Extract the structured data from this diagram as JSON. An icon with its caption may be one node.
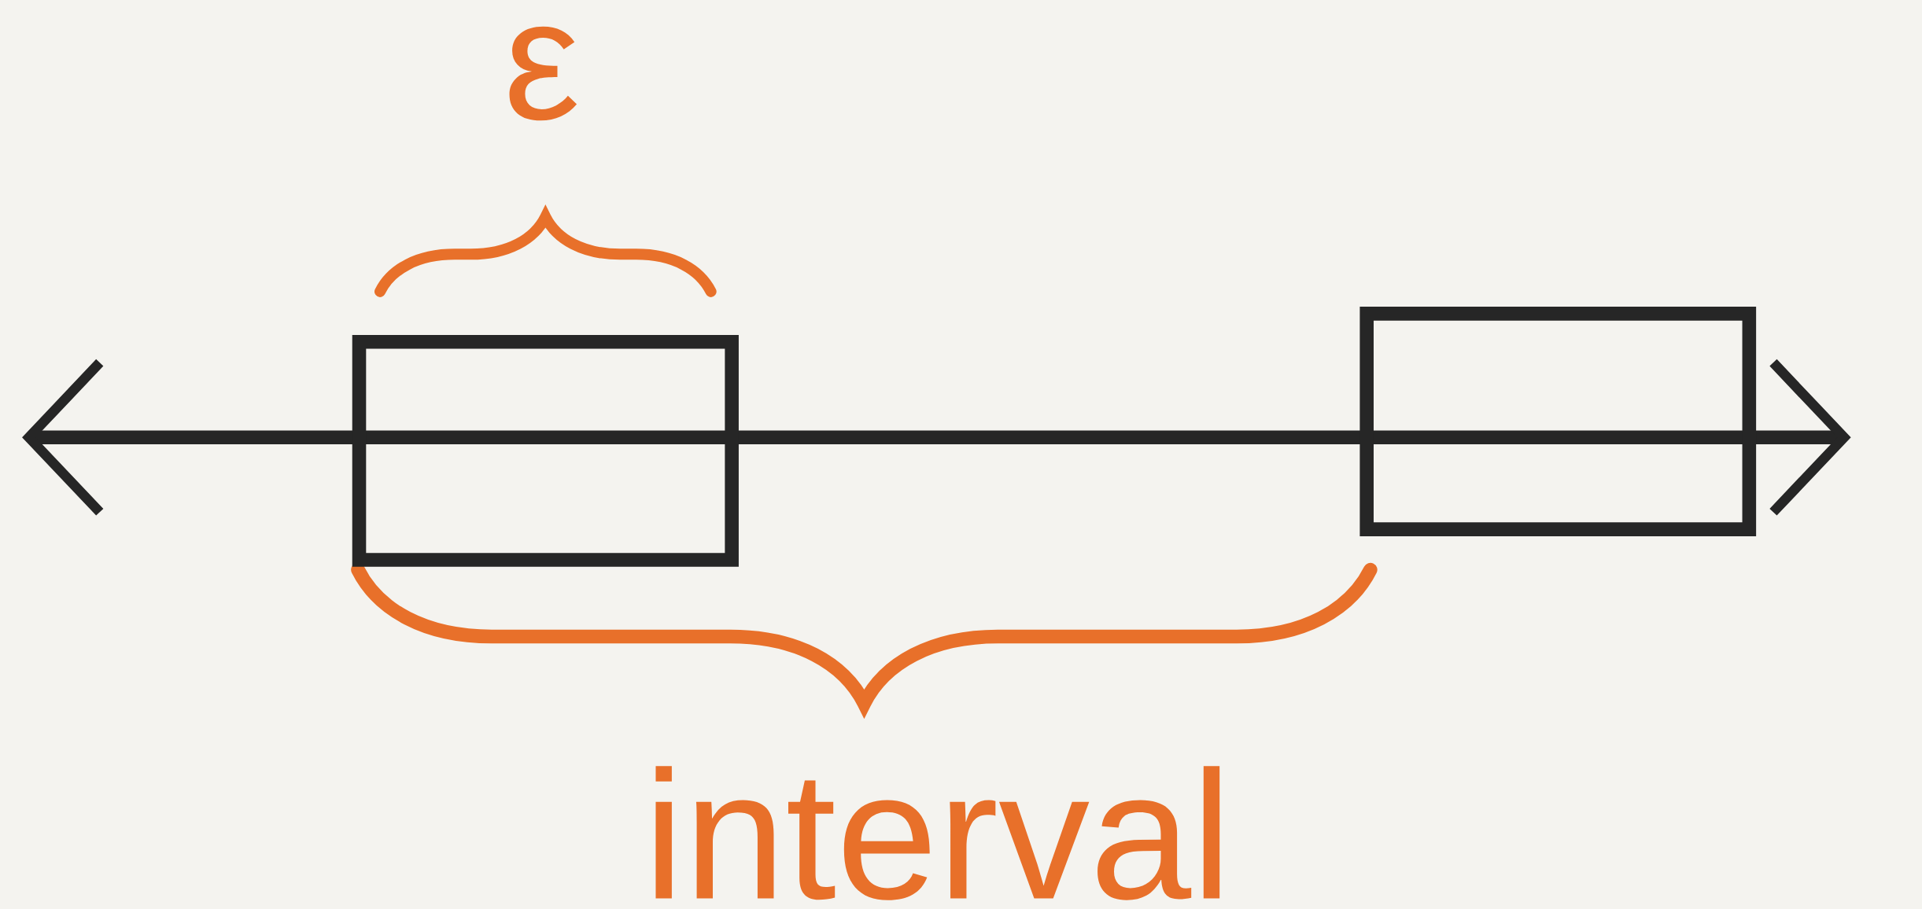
{
  "diagram": {
    "nodes": [
      {
        "text": [],
        "shape": "box"
      },
      {
        "text": [],
        "shape": "box"
      }
    ],
    "labels": [
      "ε",
      "interval"
    ]
  }
}
